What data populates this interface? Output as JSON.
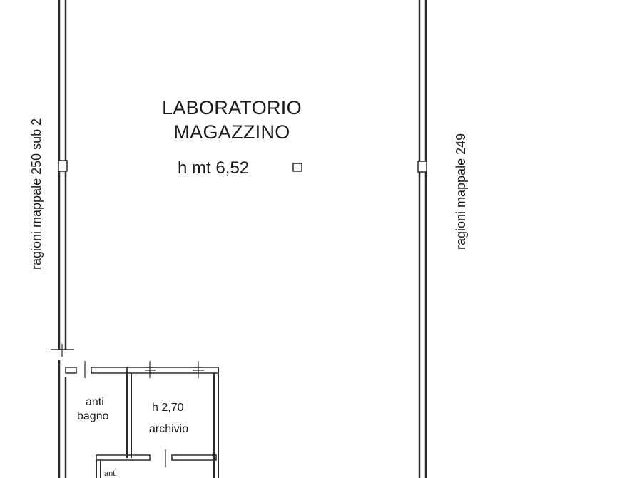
{
  "main_room": {
    "title_line1": "LABORATORIO",
    "title_line2": "MAGAZZINO",
    "height": "h mt 6,52"
  },
  "neighbors": {
    "left": "ragioni mappale 250 sub 2",
    "right": "ragioni mappale 249"
  },
  "small_rooms": {
    "anti_bagno_line1": "anti",
    "anti_bagno_line2": "bagno",
    "archivio_height": "h 2,70",
    "archivio_label": "archivio",
    "anti_bottom": "anti"
  }
}
